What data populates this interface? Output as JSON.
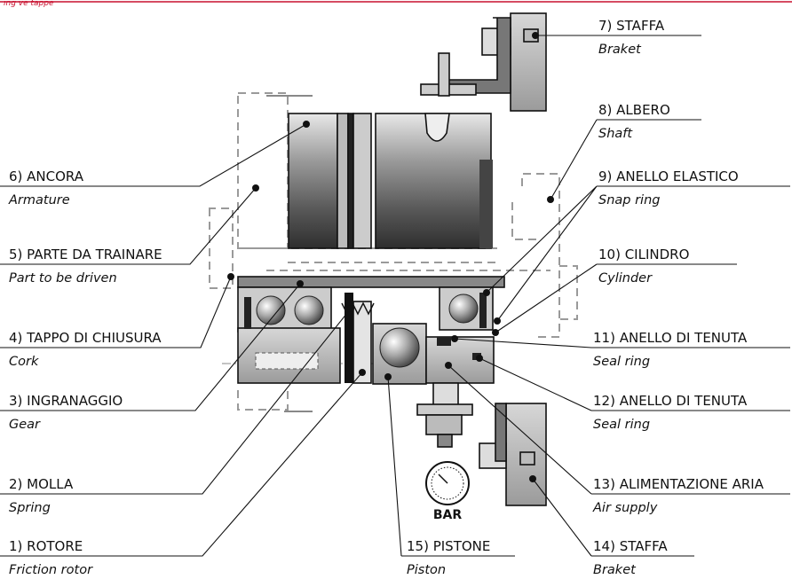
{
  "header": {
    "caption": "ing ve tappe"
  },
  "colors": {
    "accent": "#c8102e",
    "metal_dark": "#3a3a3a",
    "metal_light": "#d9d9d9",
    "ghost": "#9a9a9a"
  },
  "gauge": {
    "label": "BAR"
  },
  "labels": [
    {
      "id": "staffa-top",
      "title": "7) STAFFA",
      "sub": "Braket"
    },
    {
      "id": "albero",
      "title": "8) ALBERO",
      "sub": "Shaft"
    },
    {
      "id": "anello-el",
      "title": "9) ANELLO ELASTICO",
      "sub": "Snap ring"
    },
    {
      "id": "cilindro",
      "title": "10) CILINDRO",
      "sub": "Cylinder"
    },
    {
      "id": "tenuta-11",
      "title": "11) ANELLO DI TENUTA",
      "sub": "Seal ring"
    },
    {
      "id": "tenuta-12",
      "title": "12) ANELLO DI TENUTA",
      "sub": "Seal ring"
    },
    {
      "id": "aria",
      "title": "13) ALIMENTAZIONE ARIA",
      "sub": "Air supply"
    },
    {
      "id": "staffa-bot",
      "title": "14) STAFFA",
      "sub": "Braket"
    },
    {
      "id": "pistone",
      "title": "15) PISTONE",
      "sub": "Piston"
    },
    {
      "id": "ancora",
      "title": "6) ANCORA",
      "sub": "Armature"
    },
    {
      "id": "parte",
      "title": "5) PARTE DA TRAINARE",
      "sub": "Part to be driven"
    },
    {
      "id": "tappo",
      "title": "4) TAPPO DI CHIUSURA",
      "sub": "Cork"
    },
    {
      "id": "ingranaggio",
      "title": "3) INGRANAGGIO",
      "sub": "Gear"
    },
    {
      "id": "molla",
      "title": "2) MOLLA",
      "sub": "Spring"
    },
    {
      "id": "rotore",
      "title": "1) ROTORE",
      "sub": "Friction rotor"
    }
  ]
}
